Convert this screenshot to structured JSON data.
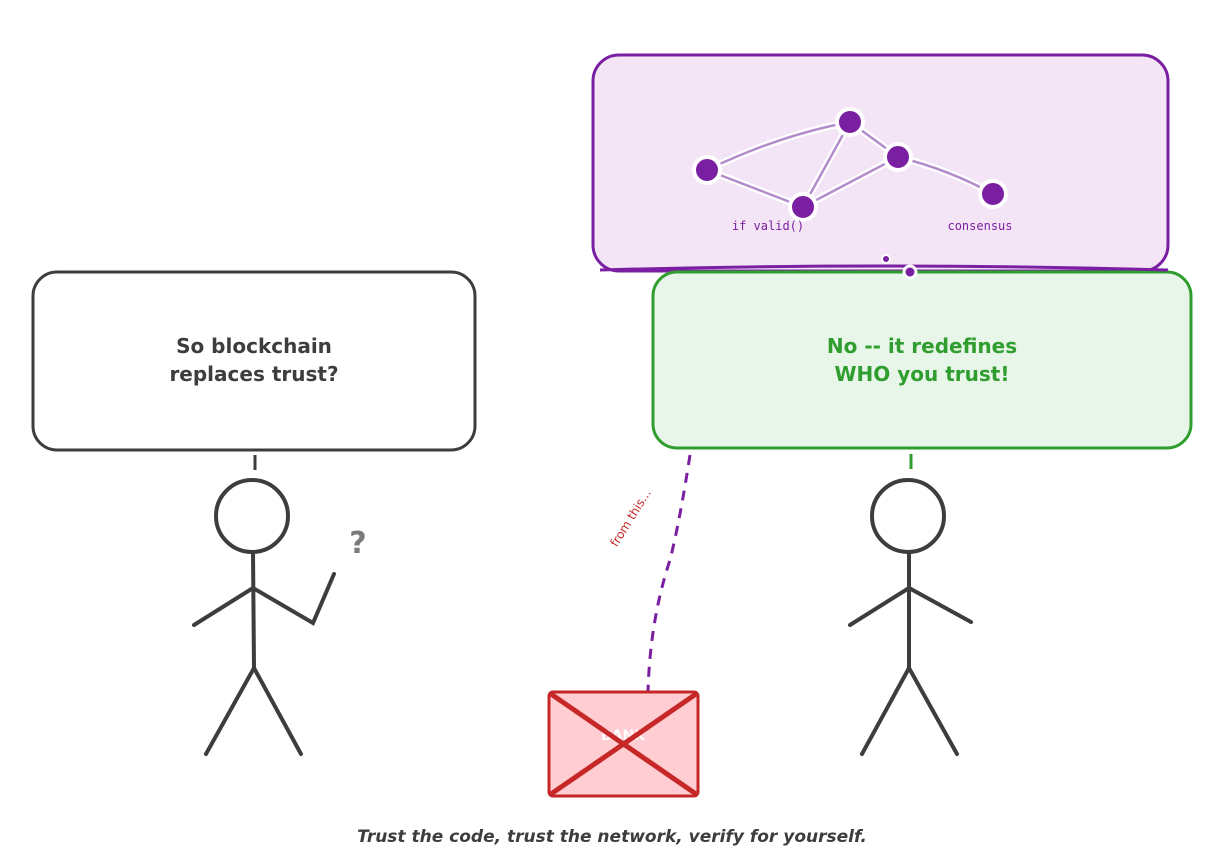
{
  "left_bubble": {
    "line1": "So blockchain",
    "line2": "replaces trust?"
  },
  "right_bubble": {
    "line1": "No -- it redefines",
    "line2": "WHO you trust!"
  },
  "thought": {
    "label_valid": "if valid()",
    "label_consensus": "consensus"
  },
  "question_mark": "?",
  "arrow_label": "from this...",
  "bank_label": "BANK",
  "caption": "Trust the code, trust the network, verify for yourself.",
  "colors": {
    "purple": "#7b1fa2",
    "green": "#2f9e2f",
    "red": "#c62828",
    "dark": "#3d3d3d"
  }
}
